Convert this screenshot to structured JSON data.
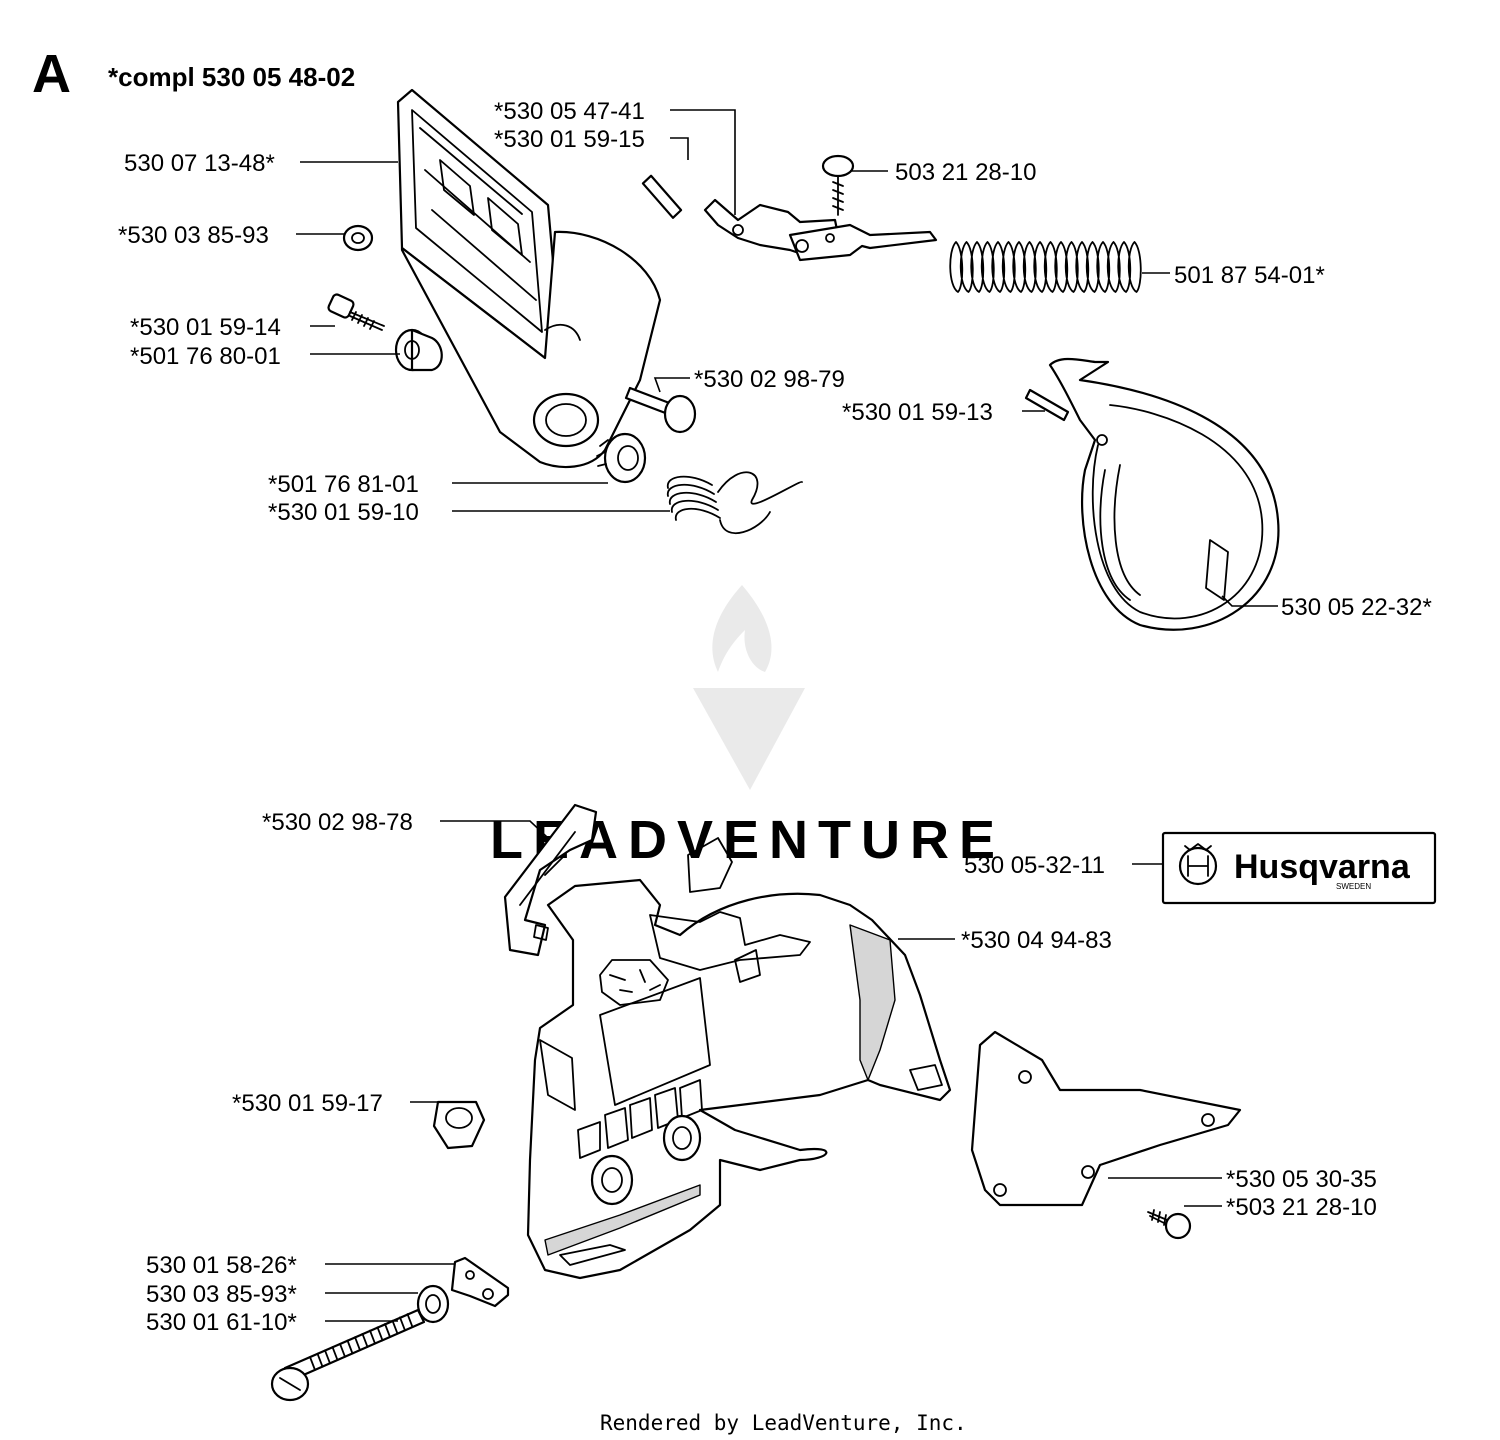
{
  "section_letter": "A",
  "assembly_title": "*compl 530 05 48-02",
  "watermark_text": "LEADVENTURE",
  "footer": "Rendered by LeadVenture, Inc.",
  "logo": {
    "brand": "Husqvarna",
    "sub": "SWEDEN",
    "icon": "husqvarna-crown-icon"
  },
  "callouts": [
    "*530 05 47-41",
    "*530 01 59-15",
    "530 07 13-48*",
    "503 21 28-10",
    "*530 03 85-93",
    "501 87 54-01*",
    "*530 01 59-14",
    "*501 76 80-01",
    "*530 02 98-79",
    "*530 01 59-13",
    "*501 76 81-01",
    "*530 01 59-10",
    "530 05 22-32*",
    "*530 02 98-78",
    "530 05-32-11",
    "*530 04 94-83",
    "*530 01 59-17",
    "*530 05 30-35",
    "*503 21 28-10",
    "530 01 58-26*",
    "530 03 85-93*",
    "530 01 61-10*"
  ],
  "colors": {
    "ink": "#000000",
    "background": "#ffffff",
    "shade": "#d6d6d6",
    "watermark": "#d9d9d9"
  }
}
